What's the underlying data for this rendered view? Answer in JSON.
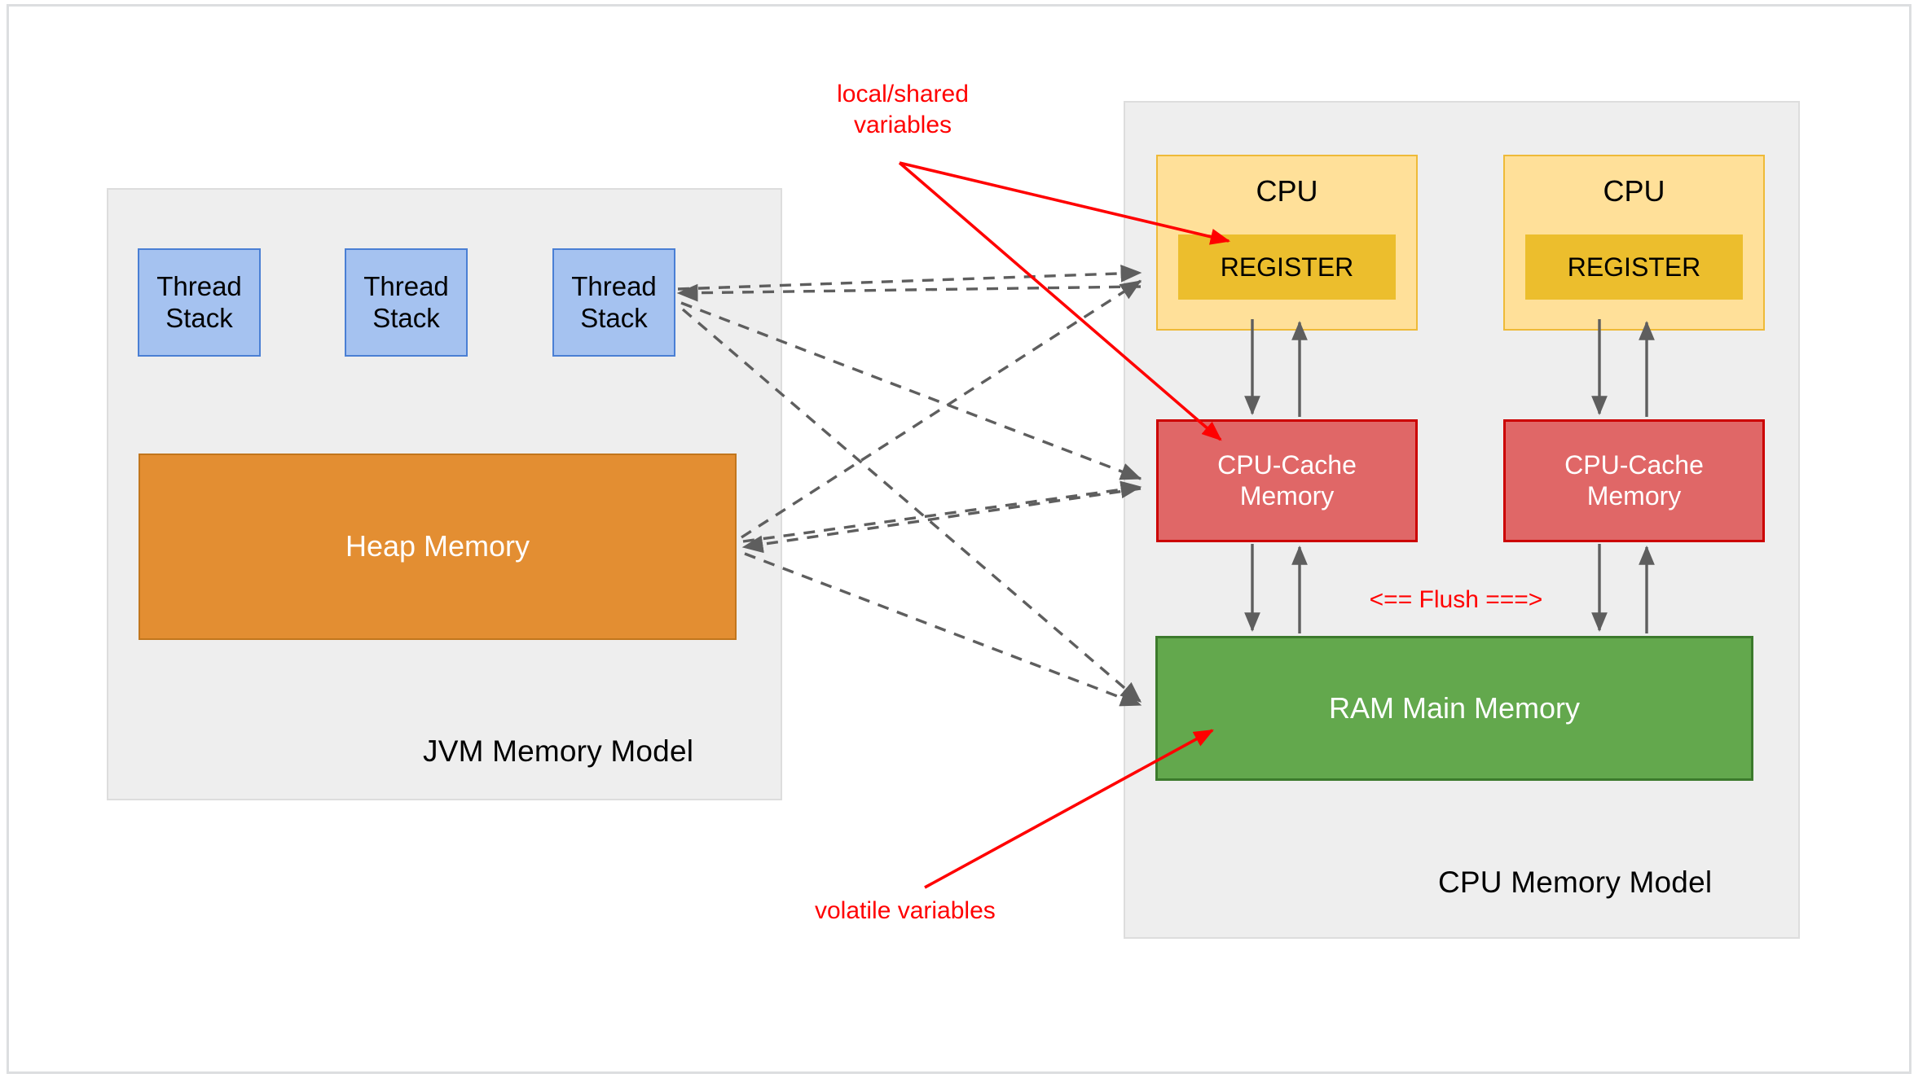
{
  "diagram": {
    "jvm_model": {
      "caption": "JVM Memory Model",
      "thread_stacks": [
        {
          "label": "Thread\nStack"
        },
        {
          "label": "Thread\nStack"
        },
        {
          "label": "Thread\nStack"
        }
      ],
      "heap": {
        "label": "Heap Memory"
      }
    },
    "cpu_model": {
      "caption": "CPU Memory Model",
      "cpus": [
        {
          "label": "CPU",
          "register_label": "REGISTER",
          "cache_label": "CPU-Cache\nMemory"
        },
        {
          "label": "CPU",
          "register_label": "REGISTER",
          "cache_label": "CPU-Cache\nMemory"
        }
      ],
      "ram": {
        "label": "RAM Main Memory"
      },
      "flush_label": "<== Flush ===>"
    },
    "annotations": [
      {
        "id": "local-shared",
        "text": "local/shared\nvariables"
      },
      {
        "id": "volatile",
        "text": "volatile variables"
      }
    ],
    "colors": {
      "thread_stack_fill": "#a5c2f0",
      "thread_stack_border": "#4a7fd4",
      "heap_fill": "#e38e32",
      "heap_border": "#c1761d",
      "cpu_fill": "#ffe099",
      "cpu_border": "#eeba38",
      "register_fill": "#ecbe2d",
      "cache_fill": "#e06767",
      "cache_border": "#cc0000",
      "ram_fill": "#63a84d",
      "ram_border": "#3c7a2c",
      "container_fill": "#eeeeee",
      "container_border": "#dddddd",
      "annotation_red": "#ff0000",
      "connector_gray": "#666666"
    }
  }
}
